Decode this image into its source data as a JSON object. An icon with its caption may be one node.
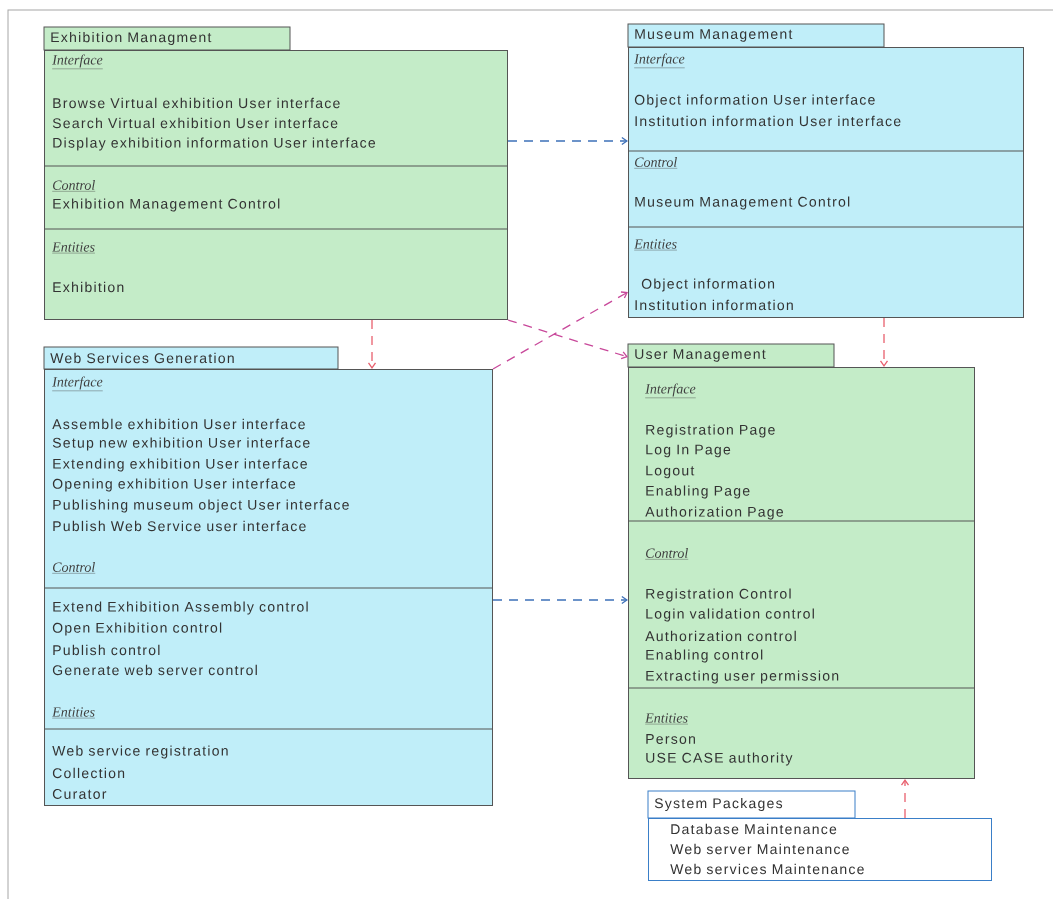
{
  "diagram": {
    "nodes": [
      {
        "text": [
          "Exhibition Managment",
          "Interface",
          "Browse Virtual exhibition User interface",
          "Search Virtual exhibition User interface",
          "Display exhibition information User interface",
          "Control",
          "Exhibition Management Control",
          "Entities",
          "Exhibition"
        ]
      },
      {
        "text": [
          "Museum Management",
          "Interface",
          "Object information User interface",
          "Institution information User interface",
          "Control",
          "Museum Management Control",
          "Entities",
          "Object information",
          "Institution information"
        ]
      },
      {
        "text": [
          "Web Services Generation",
          "Interface",
          "Assemble exhibition User interface",
          "Setup new exhibition User interface",
          "Extending exhibition User interface",
          "Opening exhibition User interface",
          "Publishing museum object User interface",
          "Publish Web Service user interface",
          "Control",
          "Extend Exhibition Assembly control",
          "Open Exhibition control",
          "Publish control",
          "Generate web server control",
          "Entities",
          "Web service registration",
          "Collection",
          "Curator"
        ]
      },
      {
        "text": [
          "User Management",
          "Interface",
          "Registration Page",
          "Log In Page",
          "Logout",
          "Enabling Page",
          "Authorization Page",
          "Control",
          "Registration Control",
          "Login validation control",
          "Authorization control",
          "Enabling control",
          "Extracting user permission",
          "Entities",
          "Person",
          "USE CASE authority"
        ]
      },
      {
        "text": [
          "System Packages",
          "Database Maintenance",
          "Web server Maintenance",
          "Web services Maintenance"
        ]
      }
    ],
    "edges": [
      {
        "from": 0,
        "to": 1,
        "arrow": "to",
        "style": "dashed",
        "color": "#3d70b8"
      },
      {
        "from": 0,
        "to": 2,
        "arrow": "to",
        "style": "dashed",
        "color": "#e8606e"
      },
      {
        "from": 0,
        "to": 3,
        "arrow": "to",
        "style": "dashed",
        "color": "#c8489a"
      },
      {
        "from": 2,
        "to": 1,
        "arrow": "to",
        "style": "dashed",
        "color": "#c8489a"
      },
      {
        "from": 2,
        "to": 3,
        "arrow": "to",
        "style": "dashed",
        "color": "#3d70b8"
      },
      {
        "from": 1,
        "to": 3,
        "arrow": "to",
        "style": "dashed",
        "color": "#e8606e"
      },
      {
        "from": 4,
        "to": 3,
        "arrow": "to",
        "style": "dashed",
        "color": "#e8606e"
      }
    ]
  }
}
